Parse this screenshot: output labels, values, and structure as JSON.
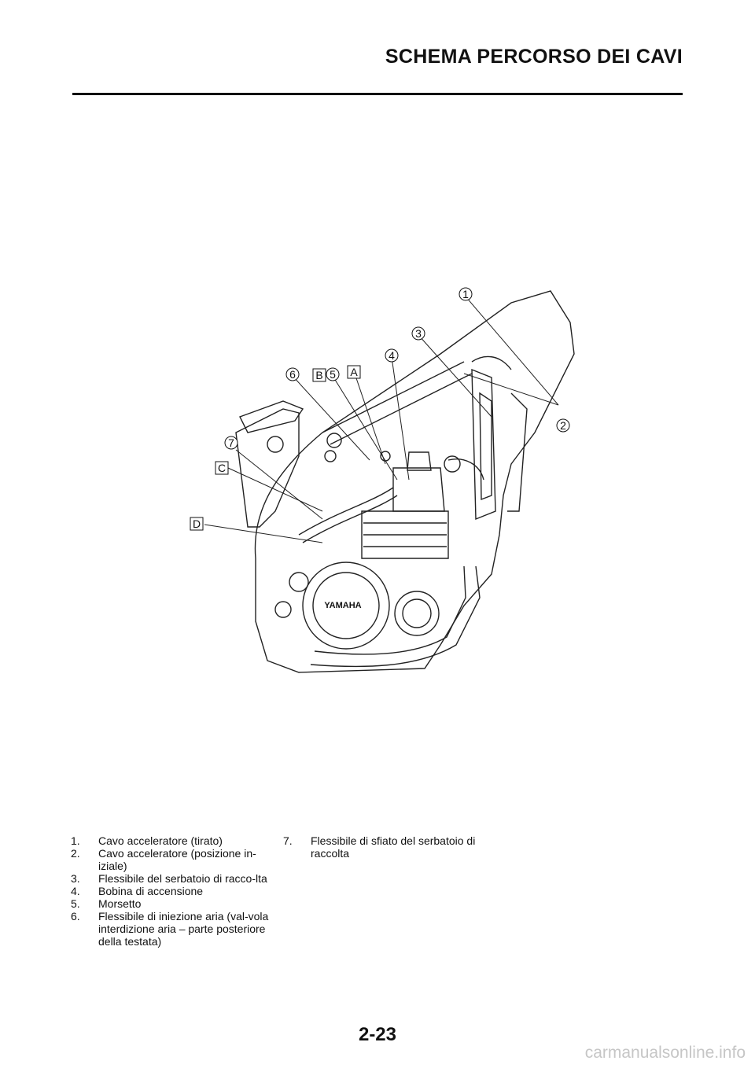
{
  "header": {
    "title": "SCHEMA PERCORSO DEI CAVI"
  },
  "figure": {
    "callouts": [
      "1",
      "2",
      "3",
      "4",
      "5",
      "6",
      "7"
    ],
    "boxed_labels": [
      "A",
      "B",
      "C",
      "D"
    ],
    "engine_brand": "YAMAHA"
  },
  "legend": {
    "col1": [
      {
        "num": "1.",
        "text": "Cavo acceleratore (tirato)"
      },
      {
        "num": "2.",
        "text": "Cavo acceleratore (posizione in-iziale)"
      },
      {
        "num": "3.",
        "text": "Flessibile del serbatoio di racco-lta"
      },
      {
        "num": "4.",
        "text": "Bobina di accensione"
      },
      {
        "num": "5.",
        "text": "Morsetto"
      },
      {
        "num": "6.",
        "text": "Flessibile di iniezione aria (val-vola interdizione aria – parte posteriore della testata)"
      }
    ],
    "col2": [
      {
        "num": "7.",
        "text": "Flessibile di sfiato del serbatoio di raccolta"
      }
    ]
  },
  "page_number": "2-23",
  "watermark": "carmanualsonline.info"
}
